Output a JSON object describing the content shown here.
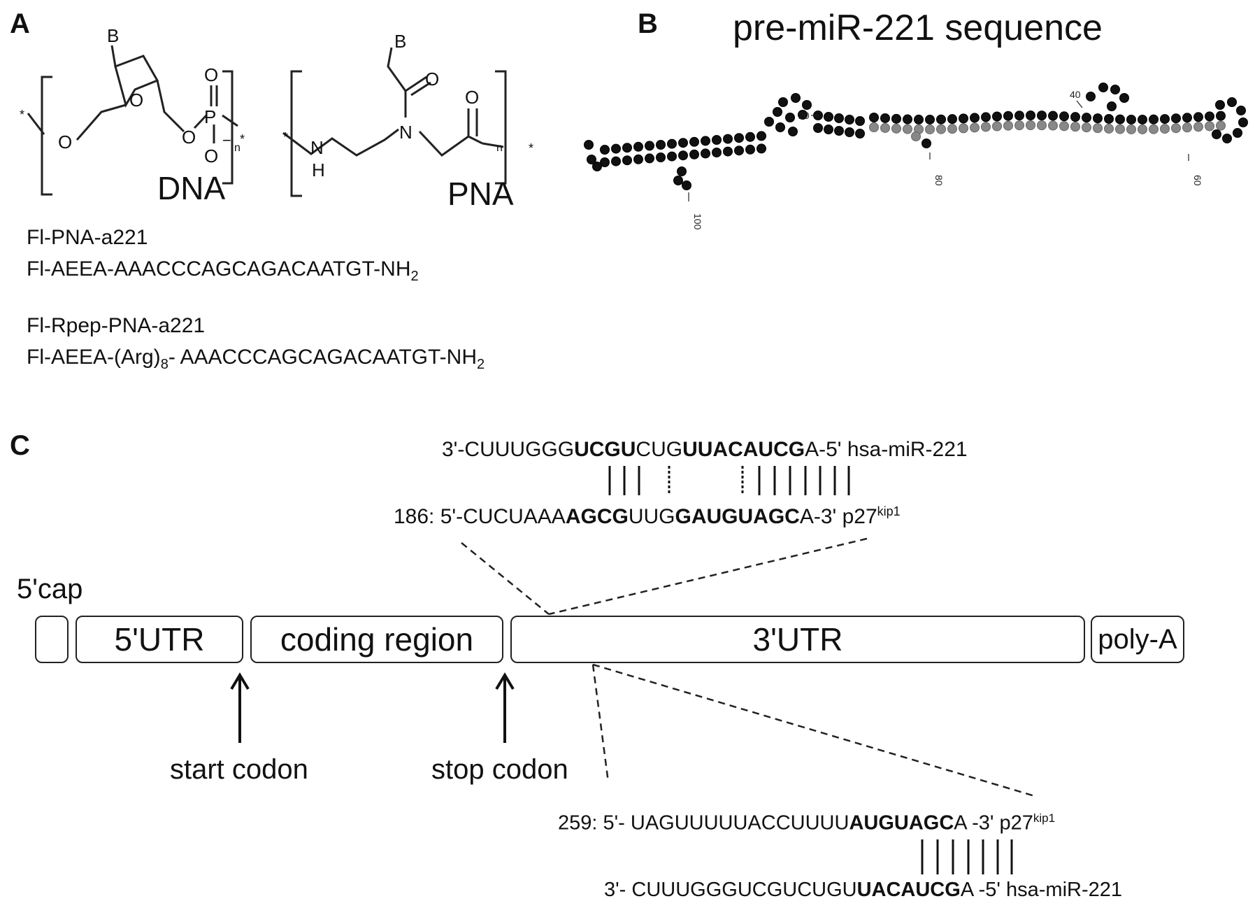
{
  "panelA": {
    "label": "A",
    "dna_label": "DNA",
    "pna_label": "PNA",
    "seq1_name": "Fl-PNA-a221",
    "seq1_main": "Fl-AEEA-AAACCCAGCAGACAATGT-NH",
    "seq1_sub": "2",
    "seq2_name": "Fl-Rpep-PNA-a221",
    "seq2_part1": "Fl-AEEA-(Arg)",
    "seq2_sub8": "8",
    "seq2_part2": "- AAACCCAGCAGACAATGT-NH",
    "seq2_sub2": "2",
    "chem": {
      "dna_B": "B",
      "dna_O_ring": "O",
      "dna_O_left": "O",
      "dna_O_right": "O",
      "dna_P": "P",
      "dna_O_top": "O",
      "dna_O_minus": "O",
      "dna_minus": "−",
      "dna_n": "n",
      "pna_B": "B",
      "pna_O1": "O",
      "pna_N": "N",
      "pna_NH_N": "N",
      "pna_NH_H": "H",
      "pna_O2": "O",
      "pna_n": "n",
      "star": "*"
    }
  },
  "panelB": {
    "label": "B",
    "title": "pre-miR-221 sequence",
    "positions": [
      "20",
      "40",
      "60",
      "80",
      "100"
    ]
  },
  "panelC": {
    "label": "C",
    "top_mir_pre": "3'-CUUUGGG",
    "top_mir_b1": "UCGU",
    "top_mir_mid": "CUG",
    "top_mir_b2": "UUACAUCG",
    "top_mir_post": "A-5' hsa-miR-221",
    "top_p27_pre": "186: 5'-CUCUAAA",
    "top_p27_b1": "AGCG",
    "top_p27_mid": "UUG",
    "top_p27_b2": "GAUGUAGC",
    "top_p27_post": "A-3' p27",
    "top_p27_sup": "kip1",
    "cap_label": "5'cap",
    "regions": [
      "5'UTR",
      "coding region",
      "3'UTR",
      "poly-A"
    ],
    "start_codon": "start codon",
    "stop_codon": "stop codon",
    "bot_p27_pre": "259: 5'- UAGUUUUUACCUUUU",
    "bot_p27_b": "AUGUAGC",
    "bot_p27_post": "A -3' p27",
    "bot_p27_sup": "kip1",
    "bot_mir_pre": "3'- CUUUGGGUCGUCUGU",
    "bot_mir_b": "UACAUCG",
    "bot_mir_post": "A -5' hsa-miR-221"
  }
}
